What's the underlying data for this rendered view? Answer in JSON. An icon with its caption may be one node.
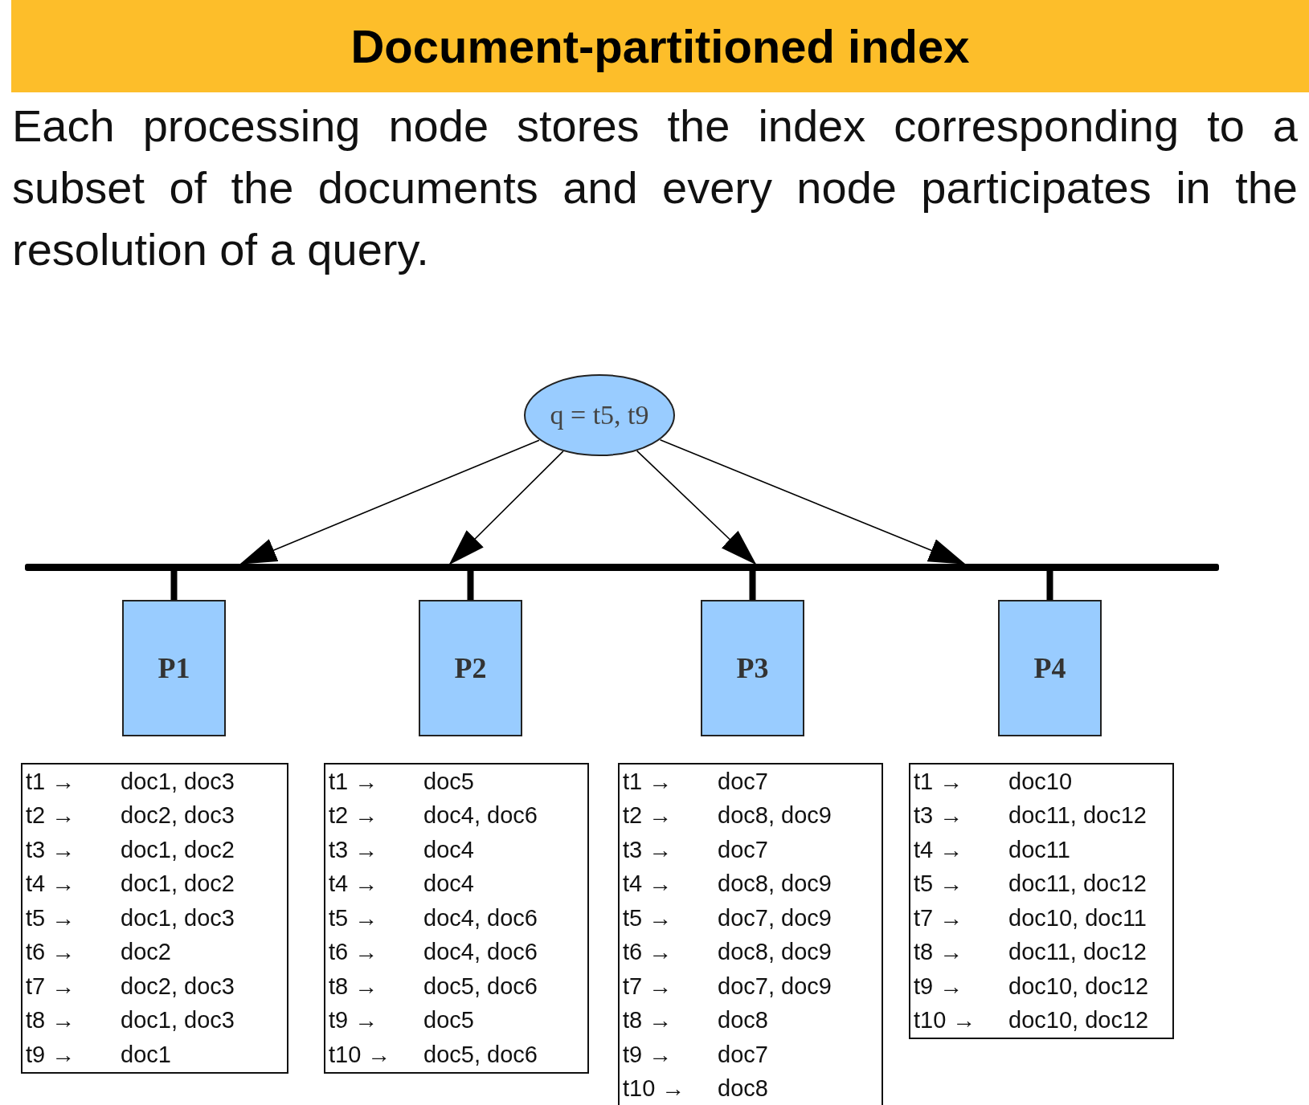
{
  "diagram": {
    "title": "Document-partitioned index",
    "caption": "Each processing node stores the index corresponding to a subset of the documents and every node participates in the resolution of a query.",
    "nodes": [
      {
        "text": [
          "q = t5, t9"
        ]
      },
      {
        "text": [],
        "shape": "bar"
      },
      {
        "text": [
          "P1"
        ]
      },
      {
        "text": [
          "P2"
        ]
      },
      {
        "text": [
          "P3"
        ]
      },
      {
        "text": [
          "P4"
        ]
      },
      {
        "text": [
          "t1 →",
          "doc1, doc3",
          "t2 →",
          "doc2, doc3",
          "t3 →",
          "doc1, doc2",
          "t4 →",
          "doc1, doc2",
          "t5 →",
          "doc1, doc3",
          "t6 →",
          "doc2",
          "t7 →",
          "doc2, doc3",
          "t8 →",
          "doc1, doc3",
          "t9 →",
          "doc1"
        ]
      },
      {
        "text": [
          "t1 →",
          "doc5",
          "t2 →",
          "doc4, doc6",
          "t3 →",
          "doc4",
          "t4 →",
          "doc4",
          "t5 →",
          "doc4, doc6",
          "t6 →",
          "doc4, doc6",
          "t8 →",
          "doc5, doc6",
          "t9 →",
          "doc5",
          "t10 →",
          "doc5, doc6"
        ]
      },
      {
        "text": [
          "t1 →",
          "doc7",
          "t2 →",
          "doc8, doc9",
          "t3 →",
          "doc7",
          "t4 →",
          "doc8, doc9",
          "t5 →",
          "doc7, doc9",
          "t6 →",
          "doc8, doc9",
          "t7 →",
          "doc7, doc9",
          "t8 →",
          "doc8",
          "t9 →",
          "doc7",
          "t10 →",
          "doc8"
        ]
      },
      {
        "text": [
          "t1 →",
          "doc10",
          "t3 →",
          "doc11, doc12",
          "t4 →",
          "doc11",
          "t5 →",
          "doc11, doc12",
          "t7 →",
          "doc10, doc11",
          "t8 →",
          "doc11, doc12",
          "t9 →",
          "doc10, doc12",
          "t10 →",
          "doc10, doc12"
        ]
      }
    ],
    "edges": [
      {
        "from": 0,
        "to": 1,
        "arrow": "to"
      },
      {
        "from": 0,
        "to": 1,
        "arrow": "to"
      },
      {
        "from": 0,
        "to": 1,
        "arrow": "to"
      },
      {
        "from": 0,
        "to": 1,
        "arrow": "to"
      },
      {
        "from": 1,
        "to": 2,
        "arrow": "none",
        "style": "thick"
      },
      {
        "from": 1,
        "to": 3,
        "arrow": "none",
        "style": "thick"
      },
      {
        "from": 1,
        "to": 4,
        "arrow": "none",
        "style": "thick"
      },
      {
        "from": 1,
        "to": 5,
        "arrow": "none",
        "style": "thick"
      }
    ]
  }
}
